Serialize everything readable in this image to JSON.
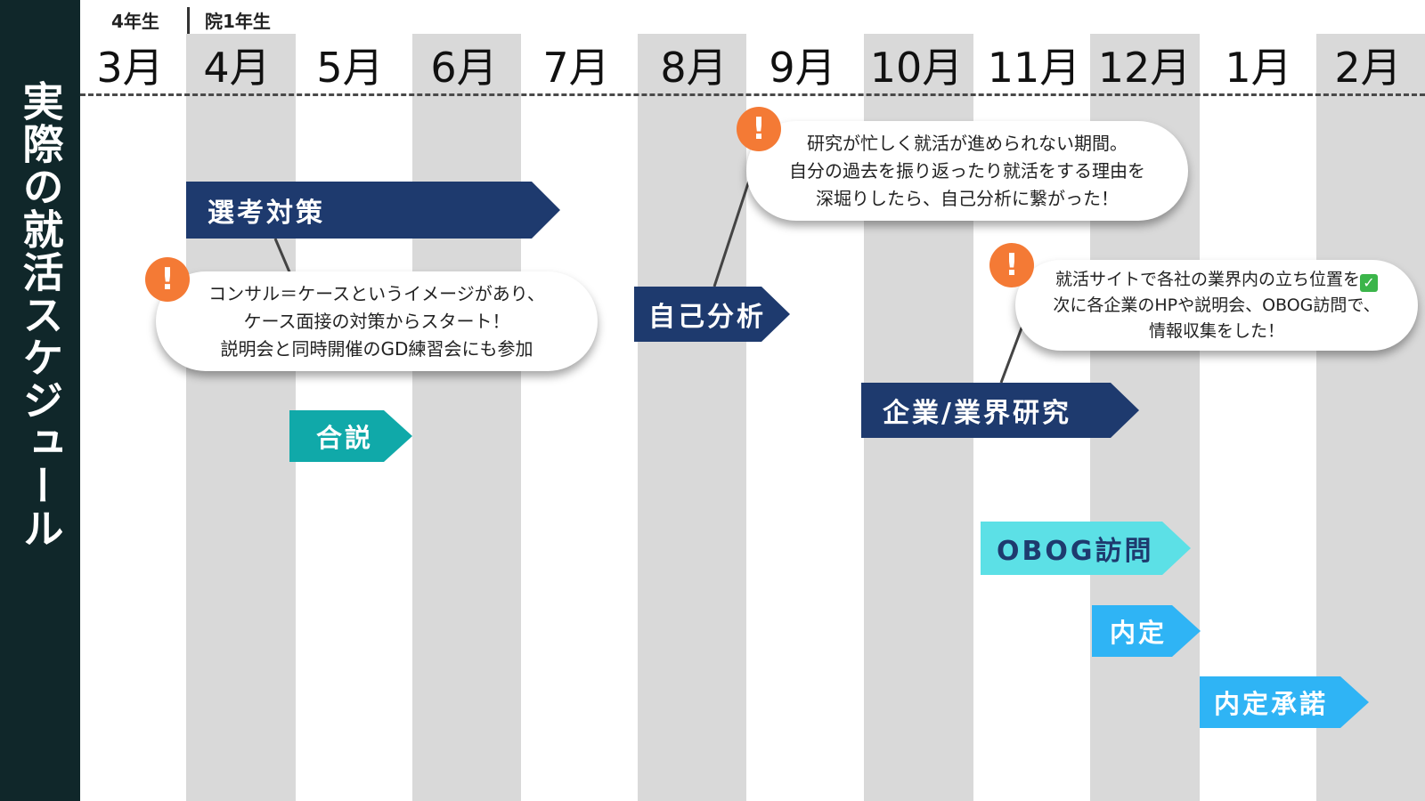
{
  "sidebar": {
    "title": "実際の就活スケジュール"
  },
  "header": {
    "year_labels": [
      "4年生",
      "院1年生"
    ],
    "months": [
      "3月",
      "4月",
      "5月",
      "6月",
      "7月",
      "8月",
      "9月",
      "10月",
      "11月",
      "12月",
      "1月",
      "2月"
    ]
  },
  "bars": {
    "senkou": "選考対策",
    "gousetsu": "合説",
    "jiko": "自己分析",
    "kigyou": "企業/業界研究",
    "obog": "OBOG訪問",
    "naitei": "内定",
    "shodaku": "内定承諾"
  },
  "bubbles": {
    "consul": {
      "line1": "コンサル＝ケースというイメージがあり、",
      "line2": "ケース面接の対策からスタート！",
      "line3": "説明会と同時開催のGD練習会にも参加"
    },
    "research": {
      "line1": "研究が忙しく就活が進められない期間。",
      "line2": "自分の過去を振り返ったり就活をする理由を",
      "line3": "深堀りしたら、自己分析に繋がった！"
    },
    "site": {
      "line1": "就活サイトで各社の業界内の立ち位置を",
      "line2": "次に各企業のHPや説明会、OBOG訪問で、",
      "line3": "情報収集をした！"
    }
  },
  "icons": {
    "warn": "exclamation-icon",
    "check": "check-mark-icon",
    "warn_glyph": "!",
    "check_glyph": "✓"
  },
  "colors": {
    "navy": "#1e3a6e",
    "teal": "#10a9a9",
    "cyan": "#5ce0e6",
    "blue": "#2fb4f5",
    "sidebar": "#10272a",
    "warn": "#f47a35"
  }
}
